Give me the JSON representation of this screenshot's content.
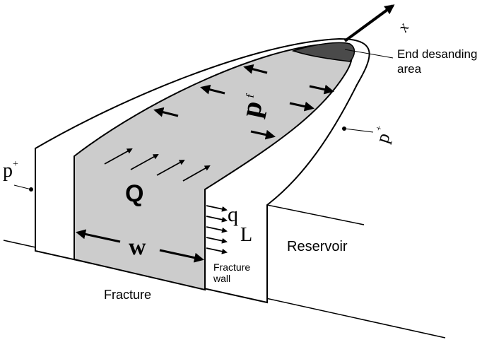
{
  "labels": {
    "x_axis": "x",
    "end_desanding": [
      "End desanding",
      "area"
    ],
    "pressure_fracture": "p",
    "pressure_fracture_sup": "f",
    "pressure_reservoir_left": "p",
    "pressure_reservoir_left_sup": "+",
    "pressure_reservoir_right": "p",
    "pressure_reservoir_right_sup": "+",
    "flow_rate": "Q",
    "width": "w",
    "leakoff": "q",
    "leakoff_sub": "L",
    "fracture_wall": [
      "Fracture",
      "wall"
    ],
    "reservoir": "Reservoir",
    "fracture": "Fracture"
  },
  "colors": {
    "fracture_fill": "#cccccc",
    "desanding_fill": "#4a4a4a",
    "reservoir_fill": "#ffffff",
    "stroke": "#000000"
  }
}
